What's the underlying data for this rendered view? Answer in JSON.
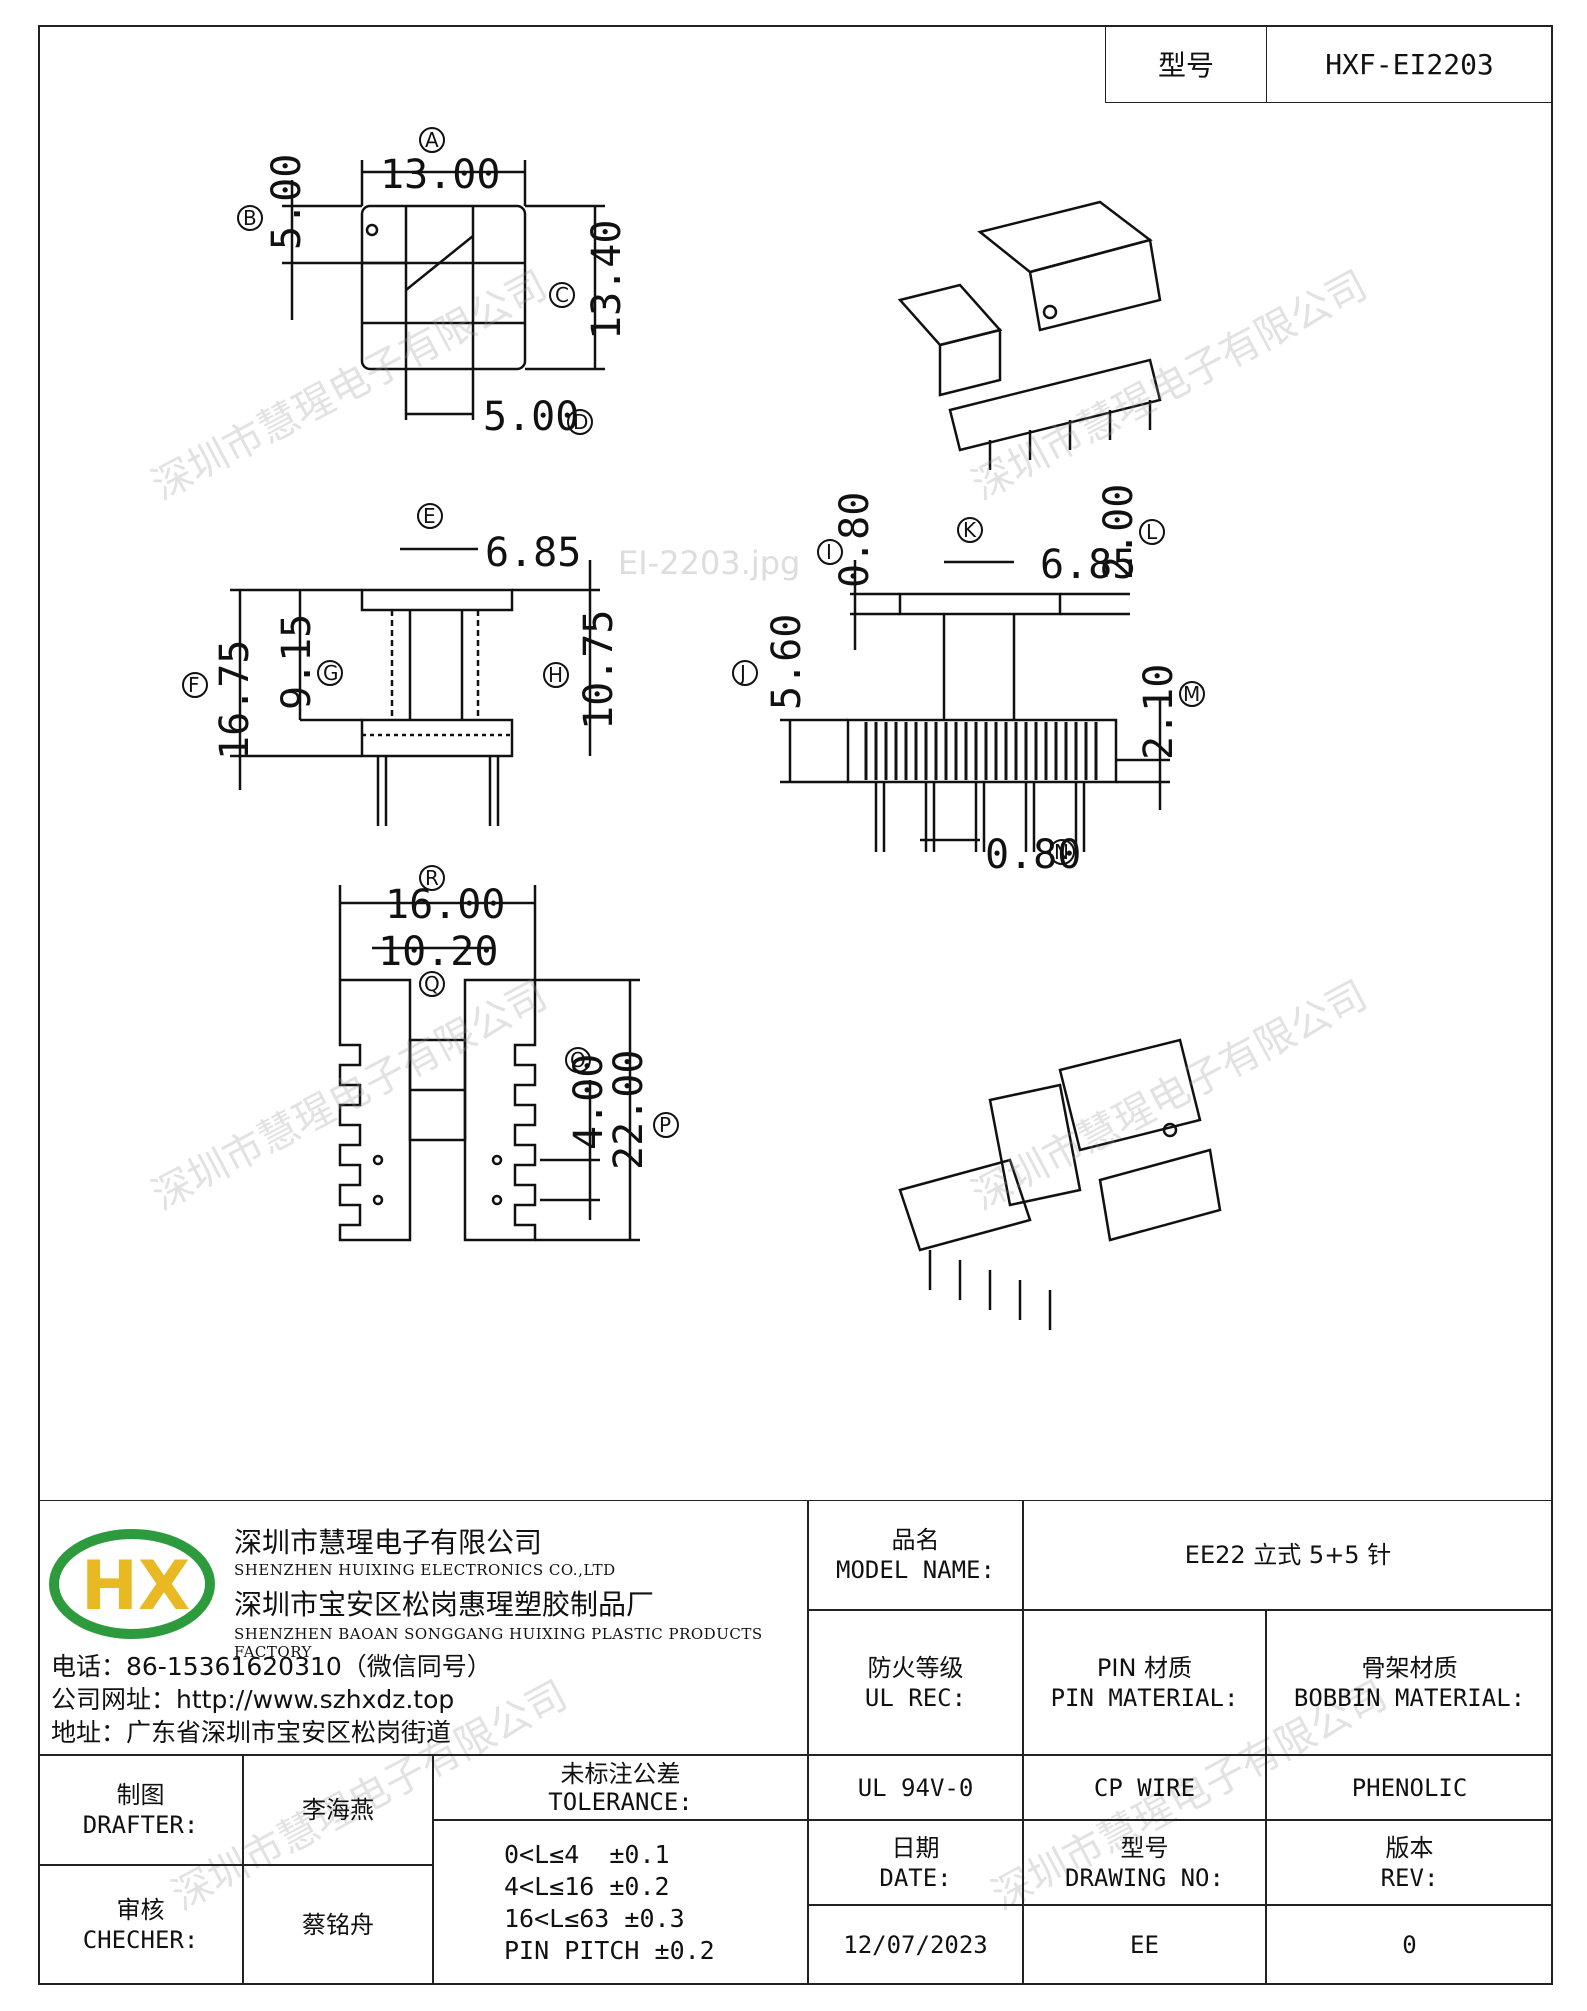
{
  "header": {
    "model_label": "型号",
    "model_value": "HXF-EI2203"
  },
  "dims": {
    "A": "13.00",
    "B": "5.00",
    "C": "13.40",
    "D": "5.00",
    "E": "6.85",
    "F": "16.75",
    "G": "9.15",
    "H": "10.75",
    "I": "0.80",
    "J": "5.60",
    "K": "6.85",
    "L": "2.00",
    "M": "2.10",
    "N": "0.80",
    "R": "16.00",
    "Q": "10.20",
    "O": "4.00",
    "P": "22.00"
  },
  "dim_letters": {
    "A": "A",
    "B": "B",
    "C": "C",
    "D": "D",
    "E": "E",
    "F": "F",
    "G": "G",
    "H": "H",
    "I": "I",
    "J": "J",
    "K": "K",
    "L": "L",
    "M": "M",
    "N": "N",
    "O": "O",
    "P": "P",
    "Q": "Q",
    "R": "R"
  },
  "image_label": "EI-2203.jpg",
  "watermark": "深圳市慧瑆电子有限公司",
  "company": {
    "name_cn": "深圳市慧瑆电子有限公司",
    "name_en": "SHENZHEN HUIXING ELECTRONICS CO.,LTD",
    "factory_cn": "深圳市宝安区松岗惠瑆塑胶制品厂",
    "factory_en": "SHENZHEN BAOAN SONGGANG HUIXING PLASTIC PRODUCTS FACTORY",
    "phone": "电话：86-15361620310（微信同号）",
    "website": "公司网址：http://www.szhxdz.top",
    "address": "地址：广东省深圳市宝安区松岗街道",
    "logo_text": "HX",
    "colors": {
      "green": "#2e9a3e",
      "yellow": "#e8b923"
    }
  },
  "title_block": {
    "model_name_cn": "品名",
    "model_name_en": "MODEL NAME:",
    "model_name_value": "EE22 立式 5+5 针",
    "ul_cn": "防火等级",
    "ul_en": "UL REC:",
    "pin_cn": "PIN 材质",
    "pin_en": "PIN MATERIAL:",
    "bobbin_cn": "骨架材质",
    "bobbin_en": "BOBBIN MATERIAL:",
    "drafter_cn": "制图",
    "drafter_en": "DRAFTER:",
    "drafter_name": "李海燕",
    "tolerance_cn": "未标注公差",
    "tolerance_en": "TOLERANCE:",
    "ul_value": "UL 94V-0",
    "pin_value": "CP WIRE",
    "bobbin_value": "PHENOLIC",
    "checker_cn": "审核",
    "checker_en": "CHECHER:",
    "checker_name": "蔡铭舟",
    "tolerances": [
      "0<L≤4  ±0.1",
      "4<L≤16 ±0.2",
      "16<L≤63 ±0.3",
      "PIN PITCH ±0.2"
    ],
    "date_cn": "日期",
    "date_en": "DATE:",
    "date_value": "12/07/2023",
    "drawing_cn": "型号",
    "drawing_en": "DRAWING NO:",
    "drawing_value": "EE",
    "rev_cn": "版本",
    "rev_en": "REV:",
    "rev_value": "0"
  }
}
